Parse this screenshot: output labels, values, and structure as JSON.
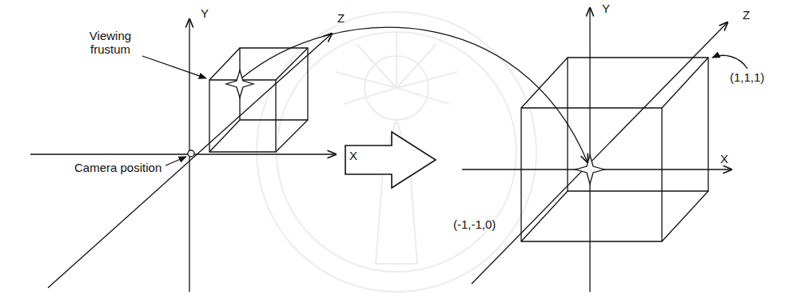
{
  "diagram": {
    "labels": [
      "Viewing frustum",
      "Y",
      "Z",
      "X",
      "Camera position",
      "Y",
      "Z",
      "(1,1,1)",
      "X",
      "(-1,-1,0)"
    ]
  }
}
